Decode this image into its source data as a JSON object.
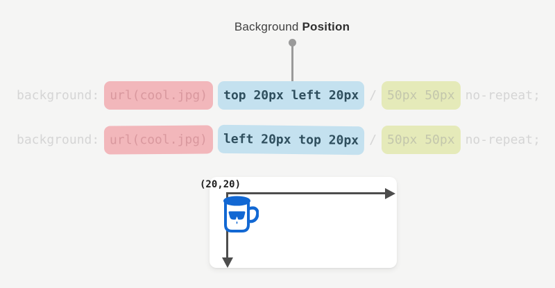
{
  "title": {
    "regular": "Background ",
    "bold": "Position"
  },
  "code_lines": [
    {
      "property": "background:",
      "url_token": "url(cool.jpg)",
      "position_token": "top 20px left 20px",
      "slash": "/",
      "size_token": "50px 50px",
      "repeat_token": "no-repeat;"
    },
    {
      "property": "background:",
      "url_token": "url(cool.jpg)",
      "position_token": "left 20px top 20px",
      "slash": "/",
      "size_token": "50px 50px",
      "repeat_token": "no-repeat;"
    }
  ],
  "diagram": {
    "origin_label": "(20,20)",
    "icons": [
      "connector-dot",
      "right-arrow-icon",
      "down-arrow-icon",
      "coffee-mug-icon"
    ]
  },
  "colors": {
    "page_bg": "#f5f5f4",
    "card_bg": "#ffffff",
    "title_text": "#3f3f3f",
    "muted_code_text": "#d5d5d5",
    "url_pill_bg": "#f2b7bb",
    "url_pill_text": "#d9989e",
    "position_pill_bg": "#c4e1ef",
    "position_pill_text": "#2f4f5e",
    "size_pill_bg": "#e5eab9",
    "size_pill_text": "#c3c6ac",
    "arrow": "#4d4d4d",
    "connector": "#9a9a9a",
    "origin_label_text": "#1d1d1d",
    "mug_blue": "#1268d3"
  }
}
